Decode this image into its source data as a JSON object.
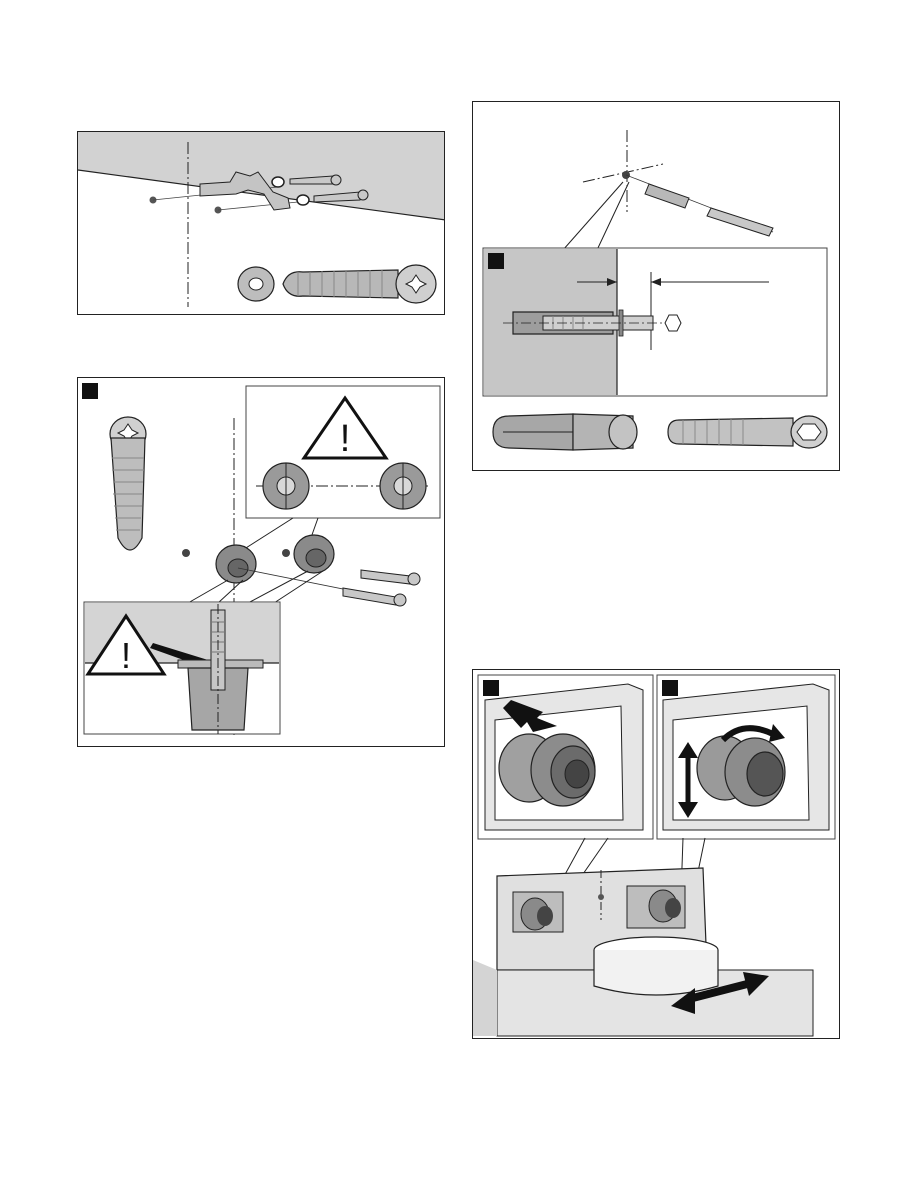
{
  "figures": [
    {
      "id": "wall-bracket-figure",
      "step": ""
    },
    {
      "id": "screw-anchor-figure",
      "step": ""
    },
    {
      "id": "wall-plug-figure",
      "step": ""
    },
    {
      "id": "adjustment-figure",
      "step": ""
    }
  ],
  "insets": {
    "wall_plug_depth": {
      "step": ""
    },
    "adjust_push": {
      "step": ""
    },
    "adjust_rotate": {
      "step": ""
    }
  },
  "icons": [
    "warning-triangle-icon",
    "torx-head-icon",
    "hex-socket-icon",
    "double-arrow-icon",
    "push-arrow-icon",
    "rotate-arrow-icon"
  ],
  "colors": {
    "line": "#222222",
    "panel_gray": "#c9c9c9",
    "metal": "#b0b0b0",
    "dark_metal": "#6a6a6a"
  }
}
